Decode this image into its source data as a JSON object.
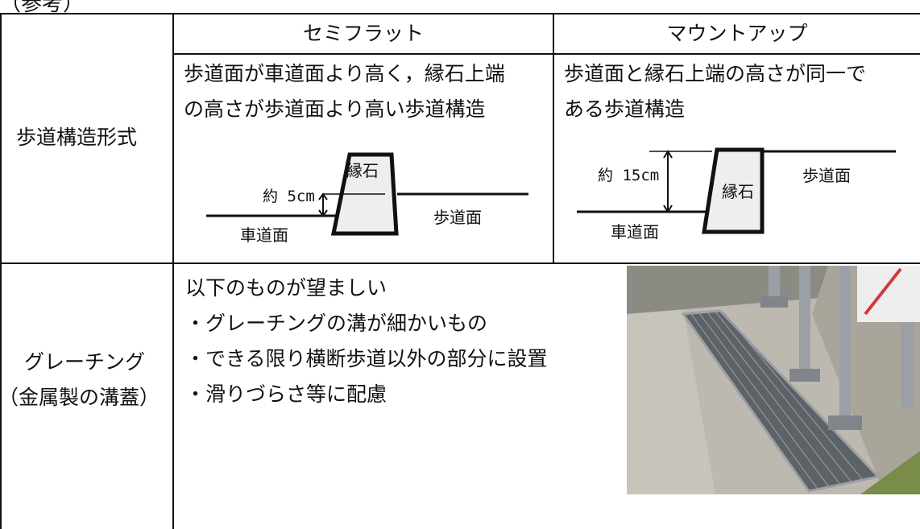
{
  "header_fragment": "（参考）",
  "table": {
    "columns": [
      "セミフラット",
      "マウントアップ"
    ],
    "row1": {
      "label": "歩道構造形式",
      "semiflat": {
        "desc_line1": "歩道面が車道面より高く，縁石上端",
        "desc_line2": "の高さが歩道面より高い歩道構造",
        "curb_label": "縁石",
        "height_label": "約 5cm",
        "roadway_label": "車道面",
        "sidewalk_label": "歩道面"
      },
      "mountup": {
        "desc_line1": "歩道面と縁石上端の高さが同一で",
        "desc_line2": "ある歩道構造",
        "curb_label": "縁石",
        "height_label": "約 15cm",
        "roadway_label": "車道面",
        "sidewalk_label": "歩道面"
      }
    },
    "row2": {
      "label_line1": "グレーチング",
      "label_line2": "（金属製の溝蓋）",
      "intro": "以下のものが望ましい",
      "bullets": [
        "・グレーチングの溝が細かいもの",
        "・できる限り横断歩道以外の部分に設置",
        "・滑りづらさ等に配慮"
      ]
    }
  },
  "colors": {
    "line": "#111111",
    "curb_fill": "#eeeeee",
    "photo_concrete": "#b9b6ae",
    "photo_grate": "#5d6266"
  }
}
